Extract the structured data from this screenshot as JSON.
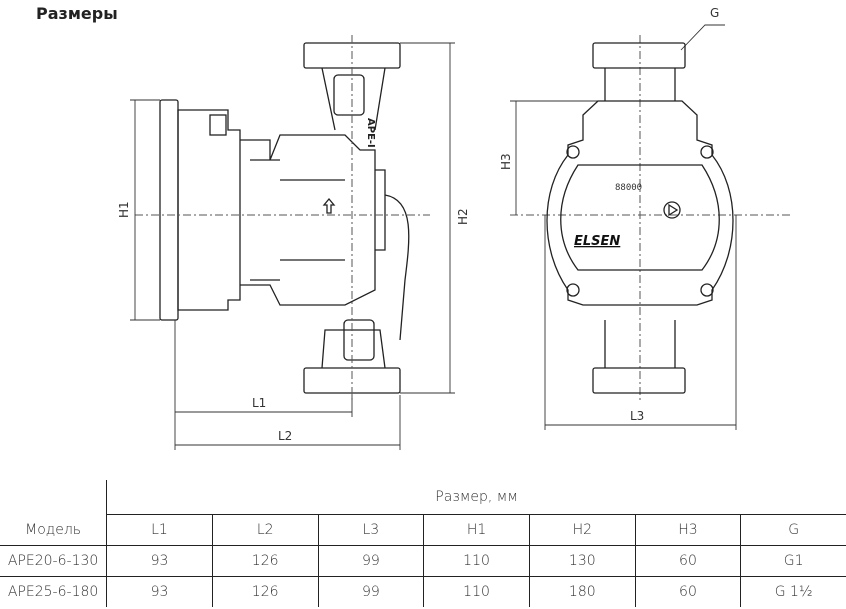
{
  "title": "Размеры",
  "drawing": {
    "labels": {
      "H1": "H1",
      "H2": "H2",
      "H3": "H3",
      "L1": "L1",
      "L2": "L2",
      "L3": "L3",
      "G": "G"
    },
    "brand": "ELSEN",
    "model_mark": "APE-I",
    "display": "88000"
  },
  "table": {
    "group_header": "Размер, мм",
    "model_header": "Модель",
    "columns": [
      "L1",
      "L2",
      "L3",
      "H1",
      "H2",
      "H3",
      "G"
    ],
    "rows": [
      {
        "model": "APE20-6-130",
        "values": [
          "93",
          "126",
          "99",
          "110",
          "130",
          "60",
          "G1"
        ]
      },
      {
        "model": "APE25-6-180",
        "values": [
          "93",
          "126",
          "99",
          "110",
          "180",
          "60",
          "G 1½"
        ]
      }
    ]
  }
}
